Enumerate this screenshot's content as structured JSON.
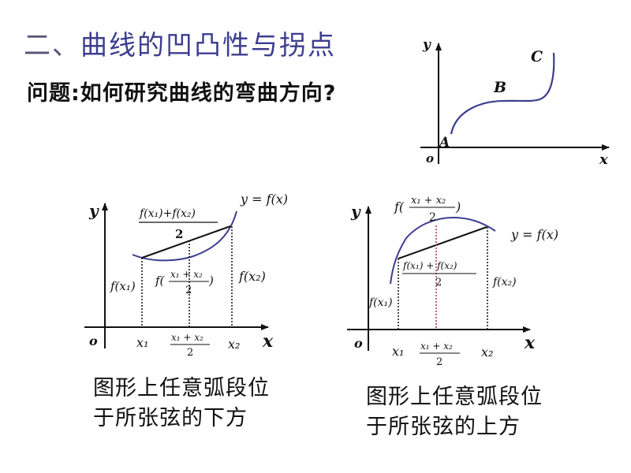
{
  "slide": {
    "title_number": "二、",
    "title_text": "曲线的凹凸性与拐点",
    "question": "问题:如何研究曲线的弯曲方向?",
    "colors": {
      "title": "#3d3d8f",
      "curve": "#3d3d8f",
      "text": "#111111",
      "midline_red": "#b03040"
    }
  },
  "top_diagram": {
    "axis_y": "y",
    "axis_x": "x",
    "origin": "o",
    "points": [
      "A",
      "B",
      "C"
    ]
  },
  "left_diagram": {
    "axis_y": "y",
    "axis_x": "x",
    "origin": "o",
    "curve_label": "y = f(x)",
    "chord_mid_label_num": "f(x₁)+f(x₂)",
    "chord_mid_label_den": "2",
    "f_mid_prefix": "f(",
    "f_mid_num": "x₁ + x₂",
    "f_mid_den": "2",
    "f_mid_suffix": ")",
    "fx1": "f(x₁)",
    "fx2": "f(x₂)",
    "x1": "x₁",
    "x2": "x₂",
    "xmid_num": "x₁ + x₂",
    "xmid_den": "2",
    "caption_line1": "图形上任意弧段位",
    "caption_line2": "于所张弦的下方"
  },
  "right_diagram": {
    "axis_y": "y",
    "axis_x": "x",
    "origin": "o",
    "curve_label": "y = f(x)",
    "f_mid_prefix": "f(",
    "f_mid_num": "x₁ + x₂",
    "f_mid_den": "2",
    "f_mid_suffix": ")",
    "chord_mid_label_num": "f(x₁) + f(x₂)",
    "chord_mid_label_den": "2",
    "fx1": "f(x₁)",
    "fx2": "f(x₂)",
    "x1": "x₁",
    "x2": "x₂",
    "xmid_num": "x₁ + x₂",
    "xmid_den": "2",
    "caption_line1": "图形上任意弧段位",
    "caption_line2": "于所张弦的上方"
  }
}
